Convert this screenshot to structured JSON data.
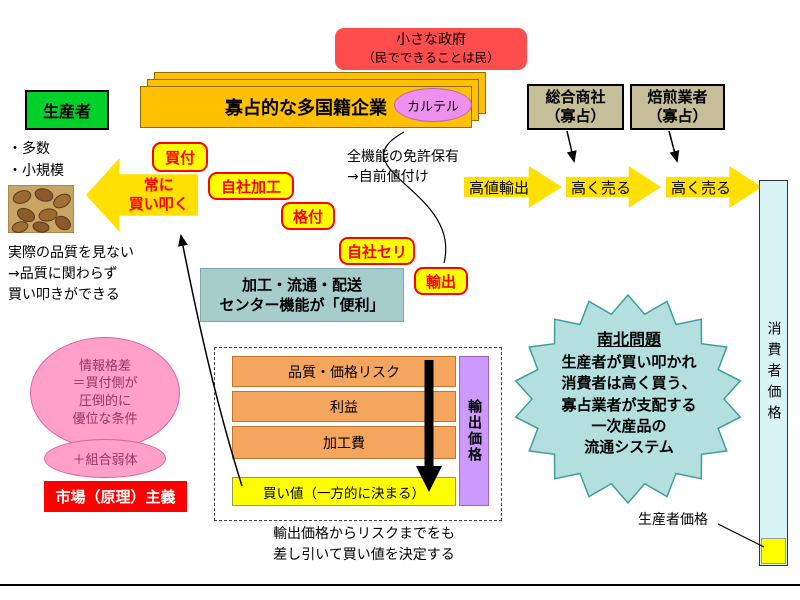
{
  "colors": {
    "gold": "#FFC000",
    "banner_red": "#FF4D4D",
    "cascade_yellow": "#FFFF00",
    "cascade_red": "#FF0000",
    "producer_green": "#00D02A",
    "company_tan": "#C5BE98",
    "teal_box": "#A7CCCC",
    "pink_ellipse": "#FFA0C8",
    "market_red": "#FF0000",
    "bar_orange": "#F4A55E",
    "bar_yellow": "#FFFF00",
    "export_purple": "#CC99FF",
    "starburst_teal": "#B3DFDF",
    "consumer_bar_cyan": "#D8F4F4"
  },
  "top": {
    "small_government": [
      "小さな政府",
      "（民でできることは民）"
    ],
    "multinational": "寡占的な多国籍企業",
    "cartel": "カルテル"
  },
  "producer": {
    "label": "生産者",
    "traits": [
      "・多数",
      "・小規模"
    ],
    "beat_down": [
      "常に",
      "買い叩く"
    ],
    "quality_note": [
      "実際の品質を見ない",
      "→品質に関わらず",
      "買い叩きができる"
    ]
  },
  "cascade": {
    "steps": [
      "買付",
      "自社加工",
      "格付",
      "自社セリ",
      "輸出"
    ],
    "license_note": [
      "全機能の免許保有",
      "→自前値付け"
    ]
  },
  "flow": {
    "arrows": [
      "高値輸出",
      "高く売る",
      "高く売る"
    ],
    "companies": [
      {
        "name": "総合商社",
        "sub": "（寡占）"
      },
      {
        "name": "焙煎業者",
        "sub": "（寡占）"
      }
    ]
  },
  "left_notes": {
    "info_gap": [
      "情報格差",
      "＝買付側が",
      "圧倒的に",
      "優位な条件"
    ],
    "weak_union": "＋組合弱体",
    "market_ism": "市場（原理）主義"
  },
  "center": {
    "convenience": [
      "加工・流通・配送",
      "センター機能が「便利」"
    ]
  },
  "price_stack": {
    "bars": [
      "品質・価格リスク",
      "利益",
      "加工費"
    ],
    "buy_price": "買い値（一方的に決まる）",
    "export_price": "輸出価格",
    "caption": [
      "輸出価格からリスクまでをも",
      "差し引いて買い値を決定する"
    ]
  },
  "starburst": {
    "title": "南北問題",
    "lines": [
      "生産者が買い叩かれ",
      "消費者は高く買う、",
      "寡占業者が支配する",
      "一次産品の",
      "流通システム"
    ]
  },
  "right": {
    "consumer_price": "消費者価格",
    "producer_price_label": "生産者価格"
  }
}
